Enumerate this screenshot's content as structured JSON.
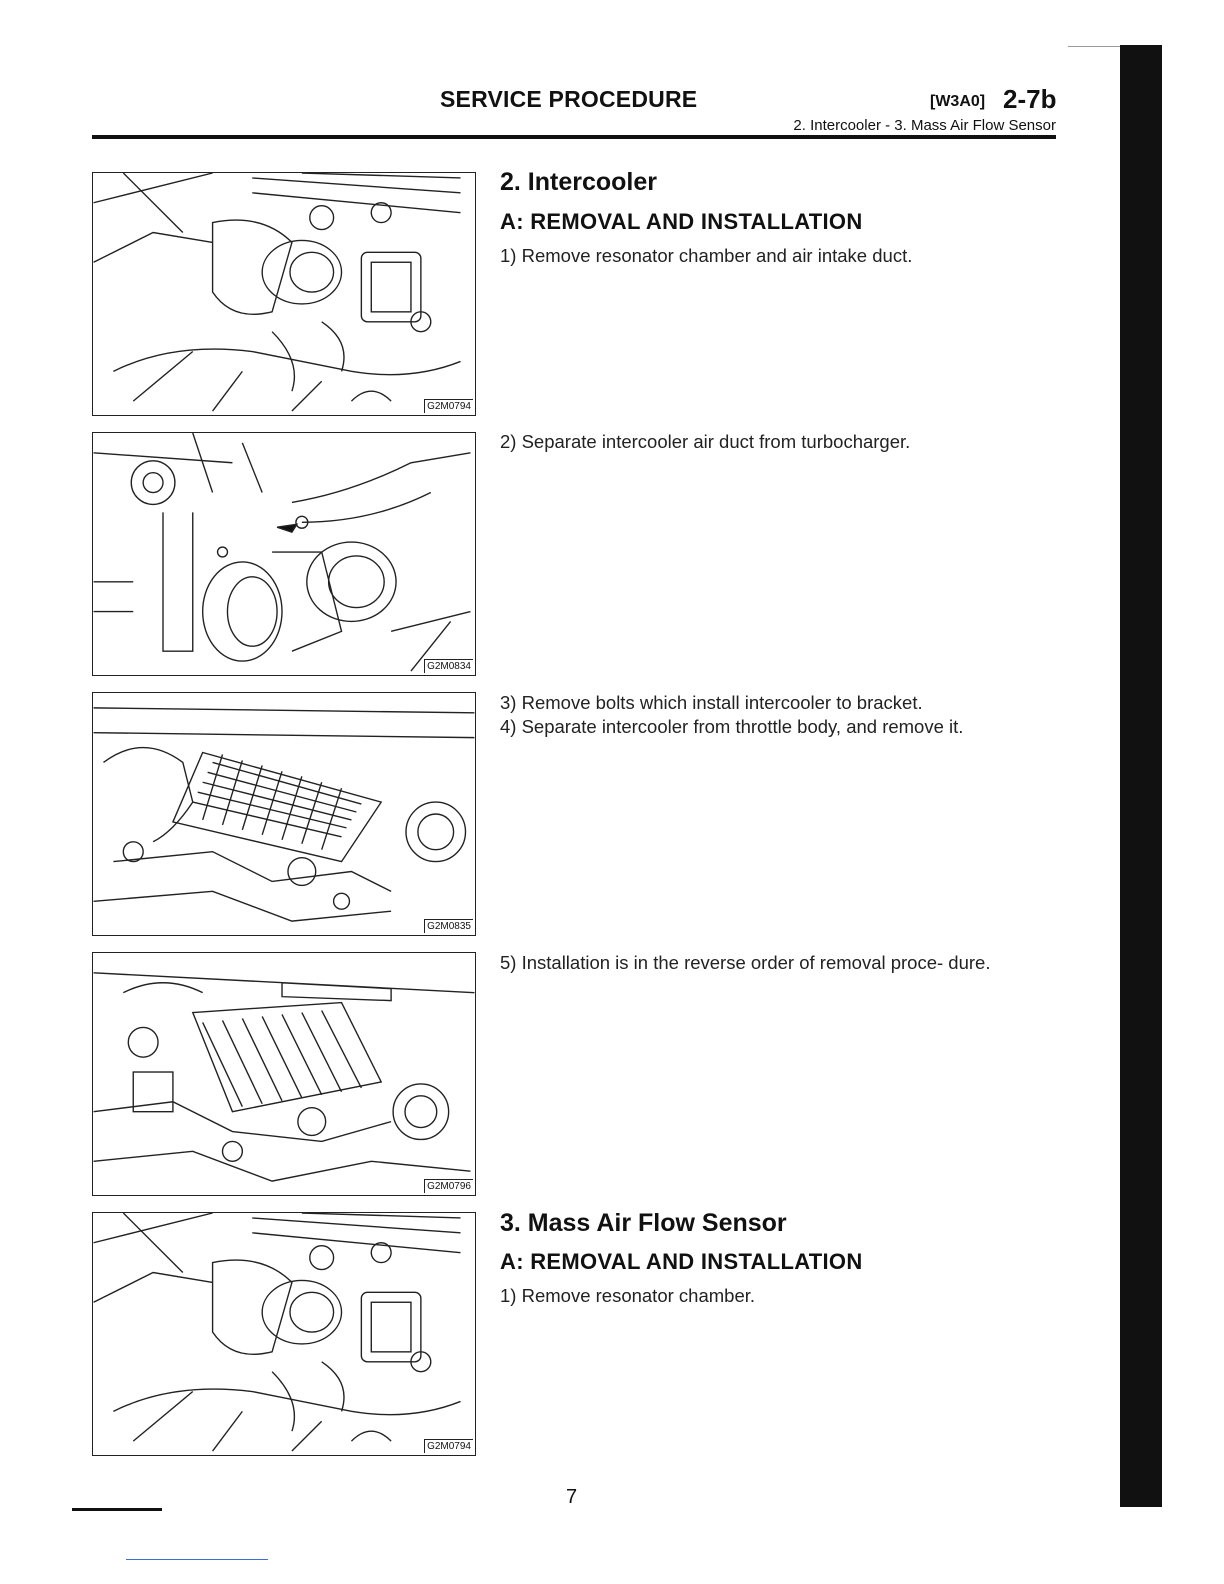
{
  "header": {
    "title": "SERVICE PROCEDURE",
    "code": "[W3A0]",
    "page_ref": "2-7b",
    "subtitle": "2. Intercooler - 3. Mass Air Flow Sensor"
  },
  "figures": [
    {
      "label": "G2M0794",
      "icon": "engine-illustration"
    },
    {
      "label": "G2M0834",
      "icon": "engine-illustration"
    },
    {
      "label": "G2M0835",
      "icon": "engine-illustration"
    },
    {
      "label": "G2M0796",
      "icon": "engine-illustration"
    },
    {
      "label": "G2M0794",
      "icon": "engine-illustration"
    }
  ],
  "section1": {
    "title": "2. Intercooler",
    "subtitle": "A: REMOVAL AND INSTALLATION",
    "steps": [
      "1) Remove resonator chamber and air intake duct.",
      "2) Separate intercooler air duct from turbocharger.",
      "3) Remove bolts which install intercooler to bracket.",
      "4) Separate intercooler from throttle body, and remove it.",
      "5) Installation is in the reverse order of removal proce- dure."
    ]
  },
  "section2": {
    "title": "3. Mass Air Flow Sensor",
    "subtitle": "A: REMOVAL AND INSTALLATION",
    "steps": [
      "1) Remove resonator chamber."
    ]
  },
  "footer": {
    "page_number": "7"
  }
}
